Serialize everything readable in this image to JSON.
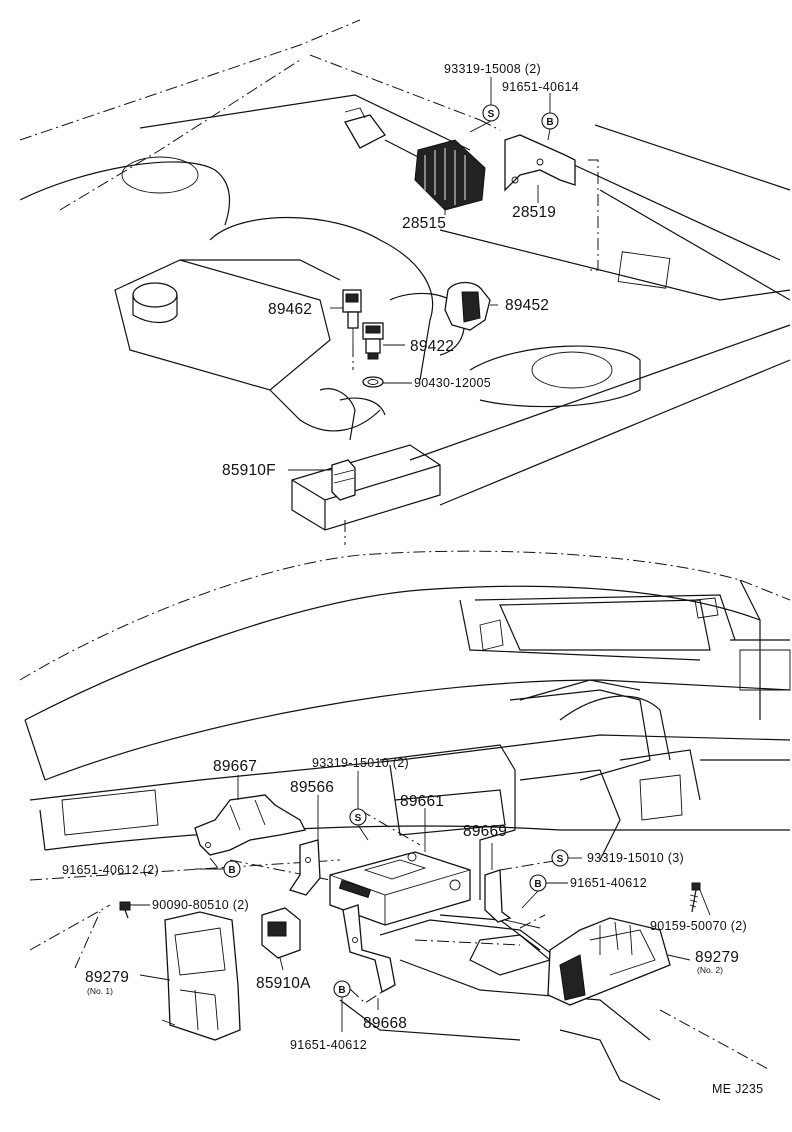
{
  "labels": {
    "p_93319_15008": "93319-15008 (2)",
    "p_91651_40614": "91651-40614",
    "p_28515": "28515",
    "p_28519": "28519",
    "p_89462": "89462",
    "p_89452": "89452",
    "p_89422": "89422",
    "p_90430_12005": "90430-12005",
    "p_85910F": "85910F",
    "p_89667": "89667",
    "p_93319_15010_2": "93319-15010 (2)",
    "p_89566": "89566",
    "p_89661": "89661",
    "p_89669": "89669",
    "p_93319_15010_3": "93319-15010 (3)",
    "p_91651_40612_right": "91651-40612",
    "p_91651_40612_2": "91651-40612 (2)",
    "p_90090_80510": "90090-80510 (2)",
    "p_90159_50070": "90159-50070 (2)",
    "p_89279_left": "89279",
    "p_no1": "(No. 1)",
    "p_85910A": "85910A",
    "p_89279_right": "89279",
    "p_no2": "(No. 2)",
    "p_89668": "89668",
    "p_91651_40612_bottom": "91651-40612",
    "footer_code": "ME J235"
  },
  "symbols": {
    "s": "S",
    "b": "B"
  },
  "icons": [
    "s-symbol-icon",
    "b-symbol-icon"
  ]
}
